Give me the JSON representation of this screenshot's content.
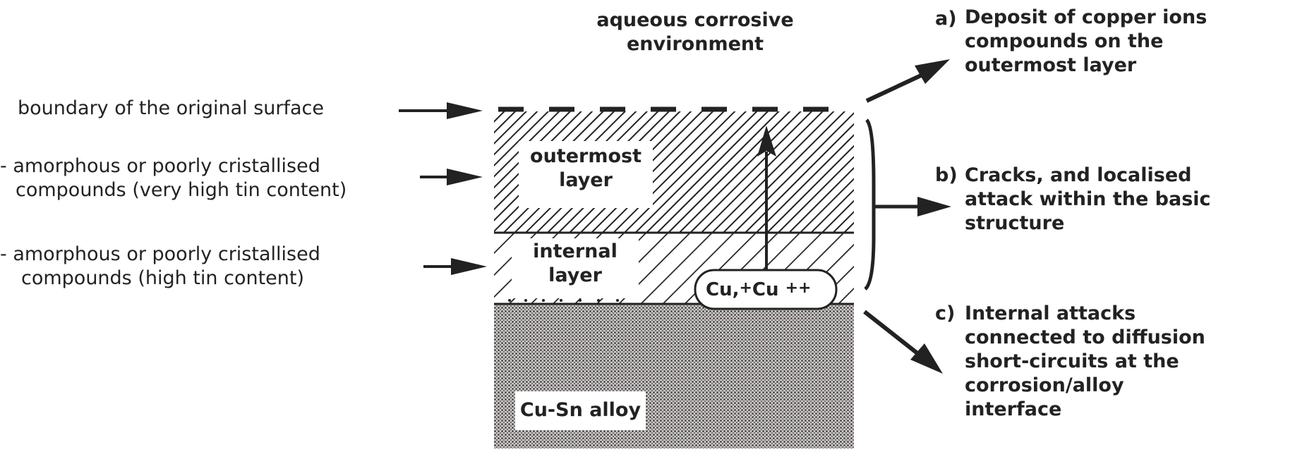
{
  "diagram": {
    "environment_label": [
      "aqueous corrosive",
      "environment"
    ],
    "left_labels": {
      "boundary": "boundary of the original surface",
      "outer_compounds": [
        "- amorphous or poorly cristallised",
        "compounds (very high tin content)"
      ],
      "internal_compounds": [
        "- amorphous or poorly cristallised",
        "compounds (high tin content)"
      ]
    },
    "layers": {
      "outermost": [
        "outermost",
        "layer"
      ],
      "internal": [
        "internal",
        "layer"
      ],
      "alloy": "Cu-Sn alloy"
    },
    "ions": {
      "cu1": "Cu",
      "cu1_charge": "+",
      "separator": ",",
      "cu2": "Cu",
      "cu2_charge": "++"
    },
    "outcomes": [
      {
        "key": "a)",
        "lines": [
          "Deposit of copper ions",
          "compounds on the",
          "outermost layer"
        ]
      },
      {
        "key": "b)",
        "lines": [
          "Cracks, and localised",
          "attack within the basic",
          "structure"
        ]
      },
      {
        "key": "c)",
        "lines": [
          "Internal attacks",
          "connected to diffusion",
          "short-circuits at the",
          "corrosion/alloy",
          "interface"
        ]
      }
    ],
    "colors": {
      "ink": "#222222",
      "background": "#ffffff",
      "alloy_fill": "#9a9696"
    }
  }
}
